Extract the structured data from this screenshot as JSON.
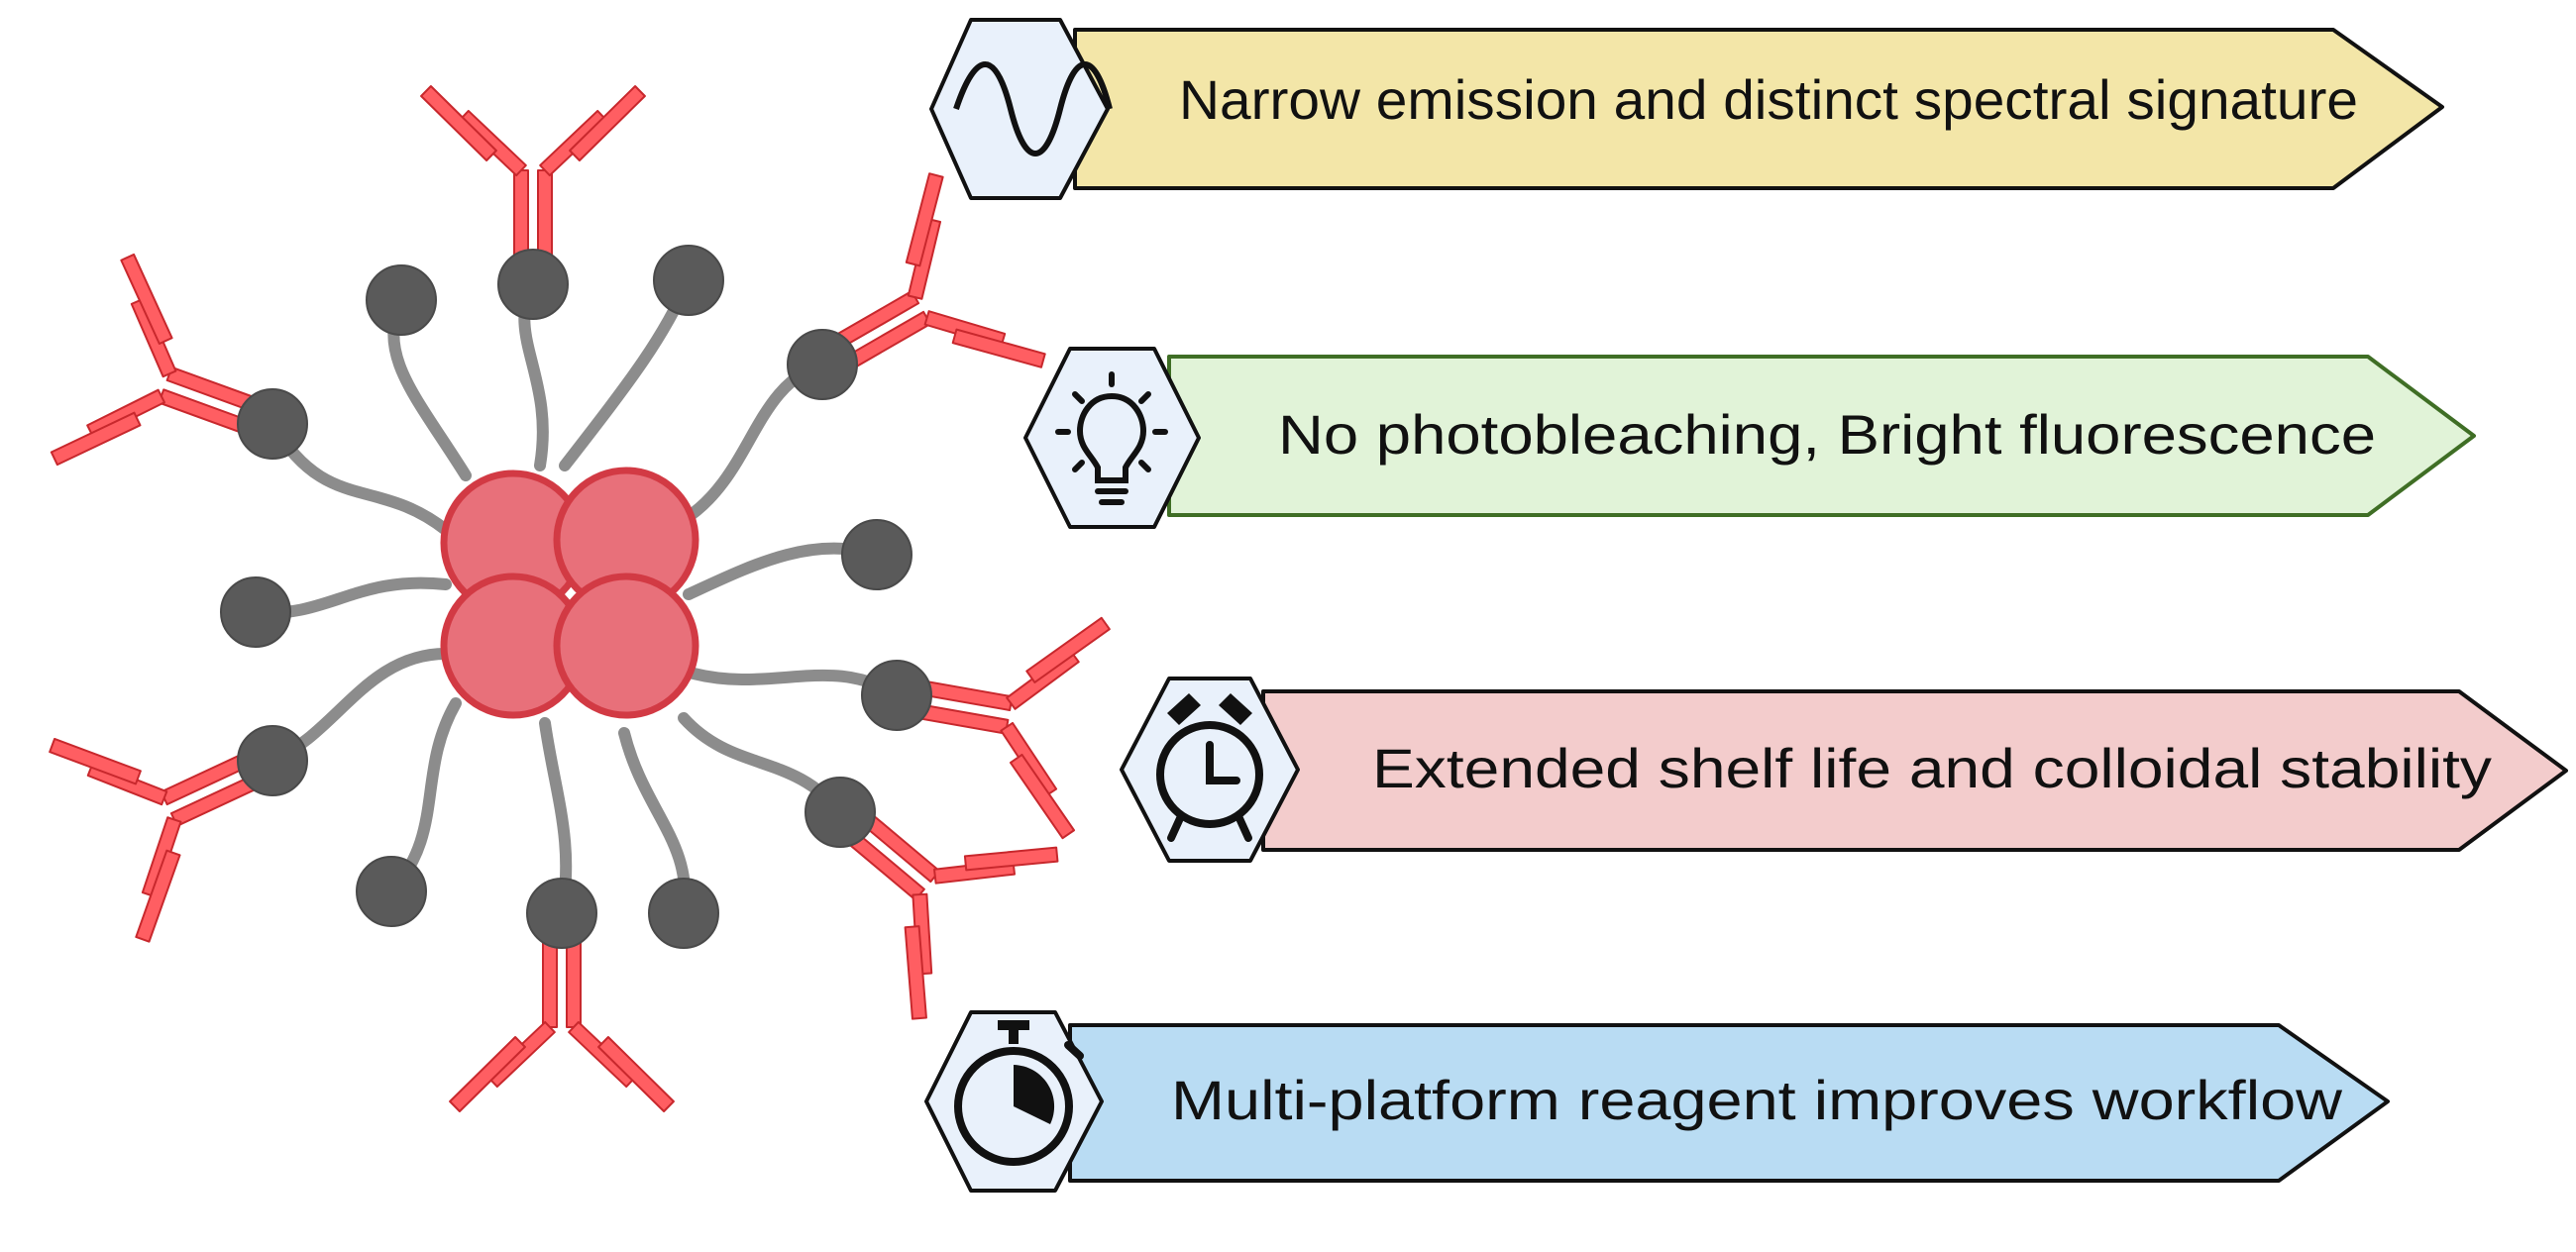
{
  "banners": [
    {
      "label": "Narrow emission and distinct spectral signature",
      "icon": "wave-icon",
      "fill": "#f3e6a8",
      "stroke": "#111111"
    },
    {
      "label": "No photobleaching, Bright fluorescence",
      "icon": "lightbulb-icon",
      "fill": "#e1f3d8",
      "stroke": "#3f6e25"
    },
    {
      "label": "Extended shelf life and colloidal stability",
      "icon": "alarm-clock-icon",
      "fill": "#f3cccc",
      "stroke": "#111111"
    },
    {
      "label": "Multi-platform reagent improves workflow",
      "icon": "stopwatch-icon",
      "fill": "#b9dcf3",
      "stroke": "#111111"
    }
  ],
  "colors": {
    "core": "#e8707a",
    "core_stroke": "#d23a44",
    "ligand_head": "#5a5a5a",
    "ligand_tail": "#8c8c8c",
    "antibody": "#ff5e62",
    "antibody_stroke": "#c8282d",
    "icon_hex_fill": "#e9f1fb"
  }
}
